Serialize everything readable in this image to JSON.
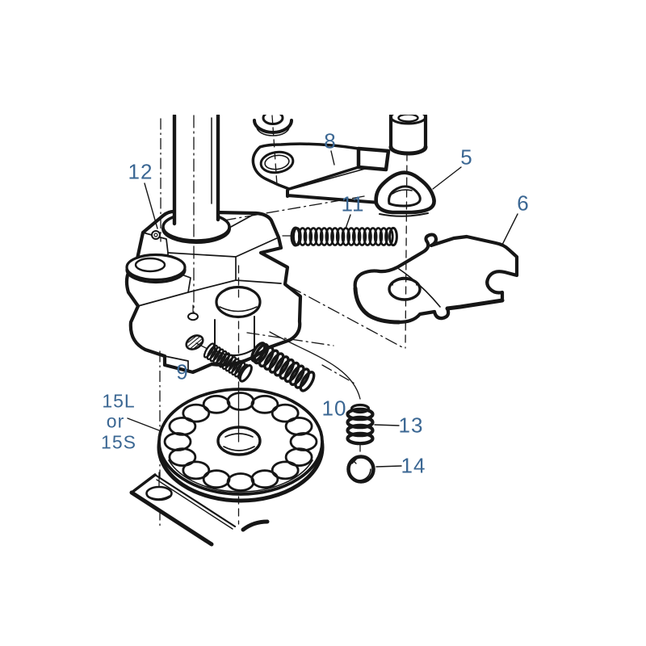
{
  "figure": {
    "background": "#ffffff",
    "ink_color": "#161616",
    "label_color": "#3b6793"
  },
  "labels": {
    "p5": "5",
    "p6": "6",
    "p8": "8",
    "p9": "9",
    "p10": "10",
    "p11": "11",
    "p12": "12",
    "p13": "13",
    "p14": "14",
    "p15_line1": "15L",
    "p15_line2": "or",
    "p15_line3": "15S"
  }
}
